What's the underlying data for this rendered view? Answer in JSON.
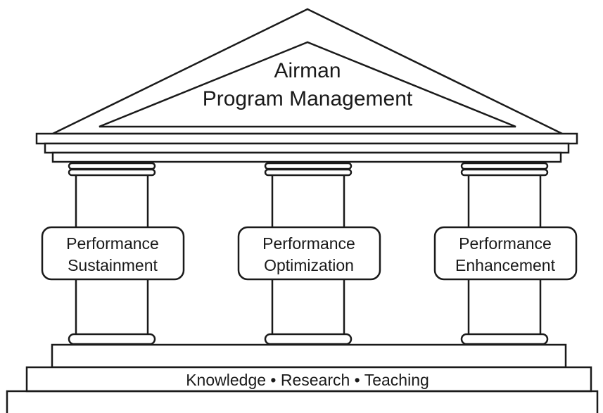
{
  "roof": {
    "title_line1": "Airman",
    "title_line2": "Program Management"
  },
  "pillars": [
    {
      "line1": "Performance",
      "line2": "Sustainment"
    },
    {
      "line1": "Performance",
      "line2": "Optimization"
    },
    {
      "line1": "Performance",
      "line2": "Enhancement"
    }
  ],
  "foundation": {
    "label": "Knowledge • Research • Teaching"
  },
  "colors": {
    "stroke": "#1a1a1a",
    "fill": "#ffffff"
  }
}
